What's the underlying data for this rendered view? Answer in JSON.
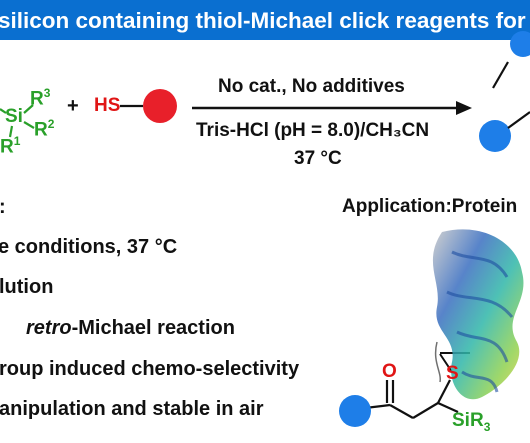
{
  "banner": {
    "title": "silicon containing thiol-Michael click reagents for bioco"
  },
  "reaction": {
    "si_label": "Si",
    "r3": "R",
    "r3_sup": "3",
    "r2": "R",
    "r2_sup": "2",
    "r1": "R",
    "r1_sup": "1",
    "plus": "+",
    "hs_label": "HS",
    "condition_top": "No cat., No additives",
    "condition_mid": "Tris-HCl (pH = 8.0)/CH₃CN",
    "condition_bot": "37 °C"
  },
  "features": {
    "header": ":",
    "items": [
      {
        "pre": "e conditions, 37 °C",
        "italic": "",
        "post": ""
      },
      {
        "pre": "lution",
        "italic": "",
        "post": ""
      },
      {
        "pre": "",
        "italic": "retro",
        "post": "-Michael reaction"
      },
      {
        "pre": "roup induced chemo-selectivity",
        "italic": "",
        "post": ""
      },
      {
        "pre": "anipulation and stable in air",
        "italic": "",
        "post": ""
      }
    ]
  },
  "application": {
    "label": "Application:Protein"
  },
  "product": {
    "s_label": "S",
    "o_label": "O",
    "sir3": "SiR",
    "sir3_sub": "3"
  },
  "colors": {
    "banner": "#0a6fd0",
    "blue_dot": "#1e7ee8",
    "red_dot": "#e8202a",
    "green": "#2aa02a",
    "red": "#e01515"
  }
}
